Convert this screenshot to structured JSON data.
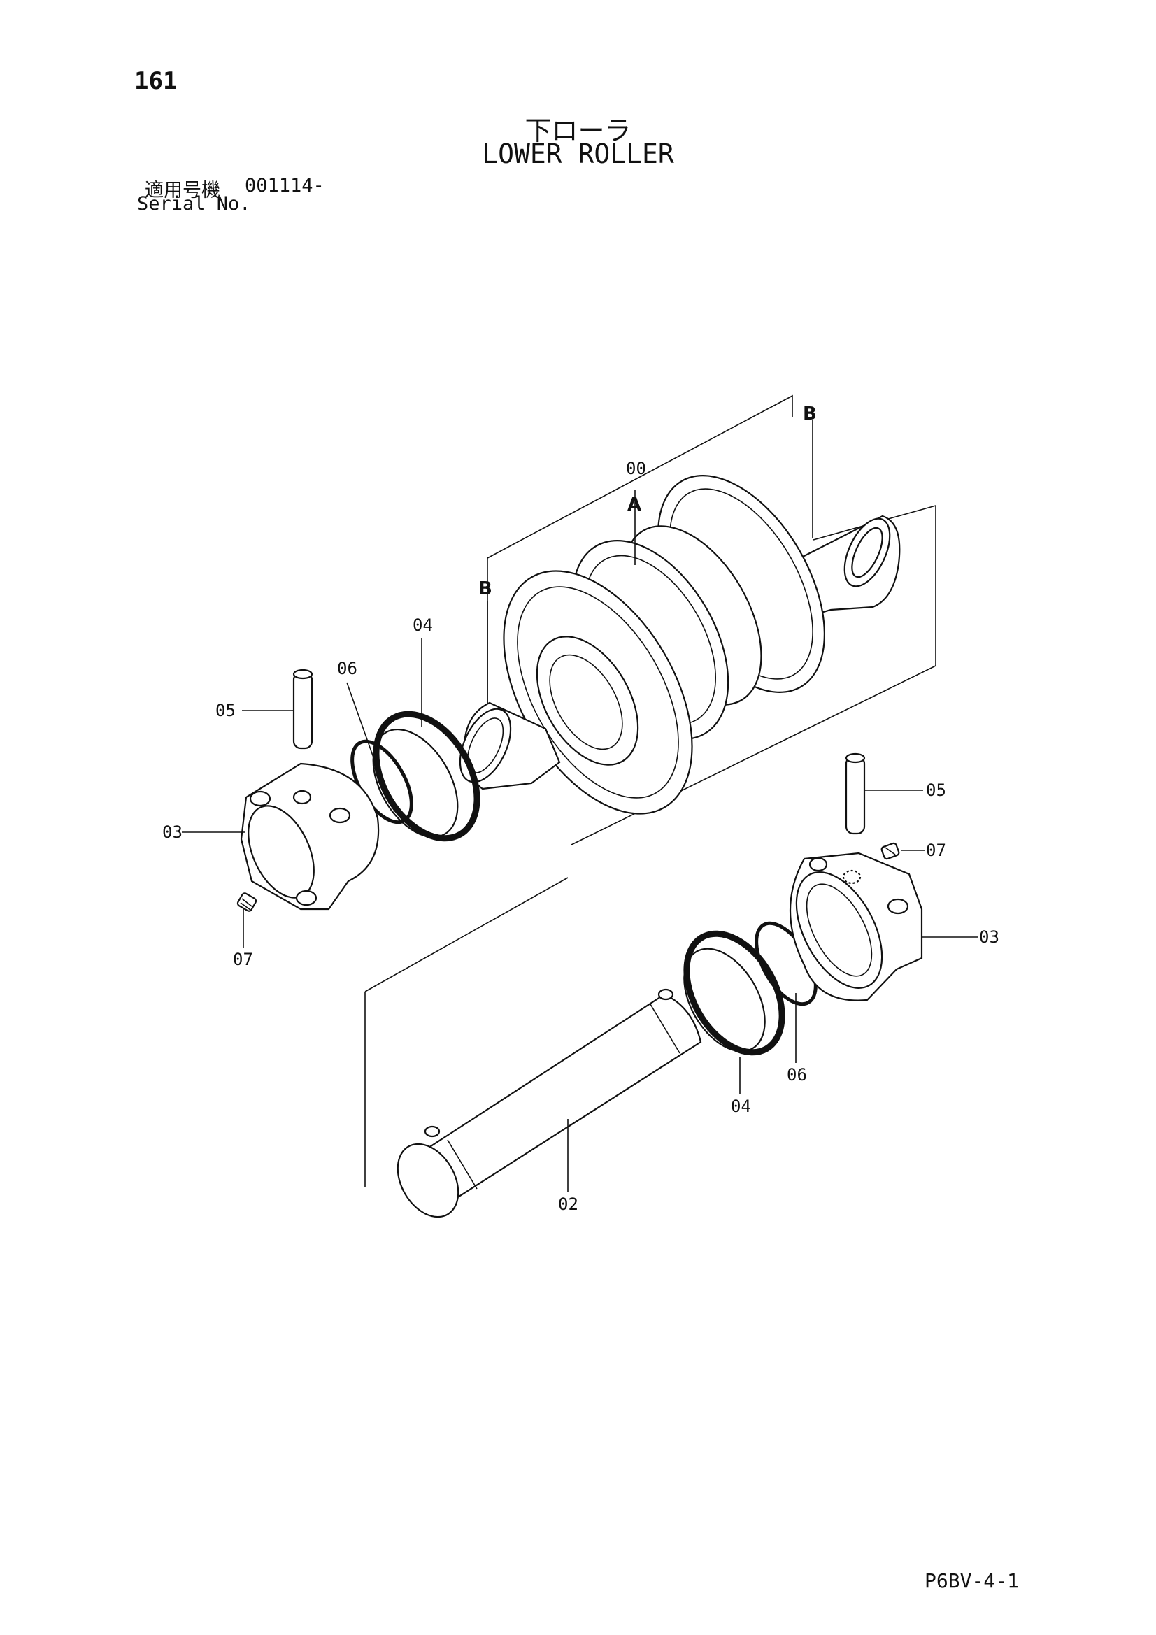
{
  "header": {
    "page_number": "161",
    "title_jp": "下ローラ",
    "title_en": "LOWER ROLLER",
    "serial_label_jp": "適用号機",
    "serial_value": "001114-",
    "serial_label_en": "Serial No."
  },
  "callouts": {
    "assembly": "00",
    "ref_a": "A",
    "ref_b_top": "B",
    "ref_b_left": "B",
    "shaft": "02",
    "collar_left": "03",
    "collar_right": "03",
    "seal_left": "04",
    "seal_right": "04",
    "pin_left": "05",
    "pin_right": "05",
    "oring_left": "06",
    "oring_right": "06",
    "plug_left": "07",
    "plug_right": "07"
  },
  "footer": {
    "drawing_code": "P6BV-4-1"
  }
}
